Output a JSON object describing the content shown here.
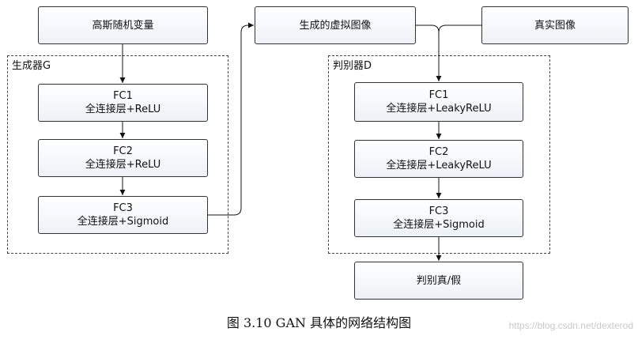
{
  "diagram": {
    "nodes": {
      "noise": {
        "text": "高斯随机变量"
      },
      "fake": {
        "text": "生成的虚拟图像"
      },
      "real": {
        "text": "真实图像"
      },
      "g_fc1": {
        "line1": "FC1",
        "line2": "全连接层+ReLU"
      },
      "g_fc2": {
        "line1": "FC2",
        "line2": "全连接层+ReLU"
      },
      "g_fc3": {
        "line1": "FC3",
        "line2": "全连接层+Sigmoid"
      },
      "d_fc1": {
        "line1": "FC1",
        "line2": "全连接层+LeakyReLU"
      },
      "d_fc2": {
        "line1": "FC2",
        "line2": "全连接层+LeakyReLU"
      },
      "d_fc3": {
        "line1": "FC3",
        "line2": "全连接层+Sigmoid"
      },
      "output": {
        "text": "判别真/假"
      }
    },
    "groups": {
      "generator": {
        "label": "生成器G"
      },
      "discriminator": {
        "label": "判别器D"
      }
    },
    "edges": [
      [
        "noise",
        "g_fc1"
      ],
      [
        "g_fc1",
        "g_fc2"
      ],
      [
        "g_fc2",
        "g_fc3"
      ],
      [
        "g_fc3",
        "fake"
      ],
      [
        "fake",
        "d_fc1"
      ],
      [
        "real",
        "d_fc1"
      ],
      [
        "d_fc1",
        "d_fc2"
      ],
      [
        "d_fc2",
        "d_fc3"
      ],
      [
        "d_fc3",
        "output"
      ]
    ]
  },
  "caption": "图 3.10 GAN 具体的网络结构图",
  "watermark": "https://blog.csdn.net/dexterod"
}
